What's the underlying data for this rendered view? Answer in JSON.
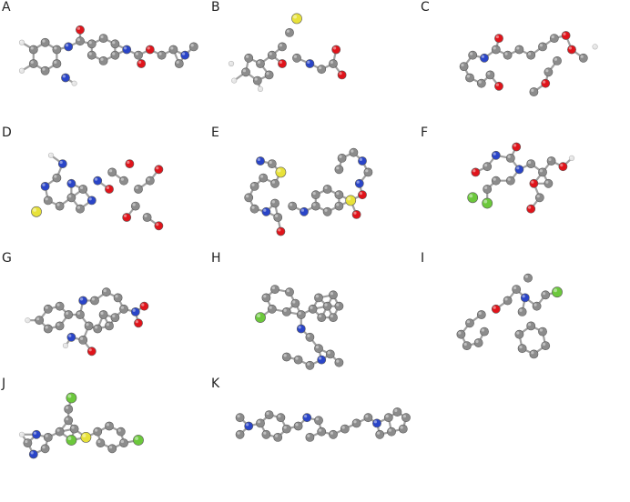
{
  "colors": {
    "carbon": "#8c8c8c",
    "hydrogen": "#e6e6e6",
    "oxygen": "#e0141b",
    "nitrogen": "#2a45c8",
    "sulfur": "#e8e23a",
    "chlorine": "#6cc83c",
    "bond": "#a0a0a0"
  },
  "panels": [
    {
      "label": "A",
      "atoms": [
        [
          10,
          45,
          "H"
        ],
        [
          18,
          40,
          "C"
        ],
        [
          26,
          45,
          "C"
        ],
        [
          34,
          40,
          "C"
        ],
        [
          34,
          30,
          "C"
        ],
        [
          26,
          25,
          "C"
        ],
        [
          18,
          30,
          "C"
        ],
        [
          42,
          28,
          "N"
        ],
        [
          50,
          24,
          "C"
        ],
        [
          50,
          16,
          "O"
        ],
        [
          58,
          26,
          "C"
        ],
        [
          66,
          22,
          "C"
        ],
        [
          74,
          26,
          "C"
        ],
        [
          74,
          34,
          "C"
        ],
        [
          66,
          38,
          "C"
        ],
        [
          58,
          34,
          "C"
        ],
        [
          82,
          30,
          "N"
        ],
        [
          90,
          34,
          "C"
        ],
        [
          92,
          40,
          "O"
        ],
        [
          98,
          30,
          "O"
        ],
        [
          106,
          34,
          "C"
        ],
        [
          114,
          30,
          "C"
        ],
        [
          122,
          34,
          "N"
        ],
        [
          128,
          28,
          "C"
        ],
        [
          118,
          40,
          "C"
        ],
        [
          40,
          50,
          "N"
        ],
        [
          46,
          54,
          "H"
        ],
        [
          10,
          25,
          "H"
        ]
      ]
    },
    {
      "label": "B",
      "atoms": [
        [
          55,
          8,
          "S"
        ],
        [
          50,
          18,
          "C"
        ],
        [
          45,
          28,
          "C"
        ],
        [
          55,
          36,
          "C"
        ],
        [
          45,
          40,
          "O"
        ],
        [
          38,
          34,
          "C"
        ],
        [
          30,
          40,
          "C"
        ],
        [
          22,
          36,
          "C"
        ],
        [
          20,
          46,
          "C"
        ],
        [
          28,
          52,
          "C"
        ],
        [
          36,
          48,
          "C"
        ],
        [
          64,
          40,
          "N"
        ],
        [
          72,
          44,
          "C"
        ],
        [
          80,
          40,
          "C"
        ],
        [
          82,
          30,
          "O"
        ],
        [
          86,
          48,
          "O"
        ],
        [
          10,
          40,
          "H"
        ],
        [
          12,
          52,
          "H"
        ],
        [
          30,
          58,
          "H"
        ]
      ]
    },
    {
      "label": "C",
      "atoms": [
        [
          50,
          22,
          "O"
        ],
        [
          48,
          30,
          "C"
        ],
        [
          40,
          36,
          "N"
        ],
        [
          32,
          34,
          "C"
        ],
        [
          26,
          42,
          "C"
        ],
        [
          30,
          50,
          "C"
        ],
        [
          38,
          54,
          "C"
        ],
        [
          44,
          48,
          "C"
        ],
        [
          50,
          56,
          "O"
        ],
        [
          56,
          34,
          "C"
        ],
        [
          64,
          30,
          "C"
        ],
        [
          72,
          34,
          "C"
        ],
        [
          80,
          28,
          "C"
        ],
        [
          88,
          22,
          "C"
        ],
        [
          96,
          20,
          "O"
        ],
        [
          100,
          30,
          "O"
        ],
        [
          108,
          36,
          "C"
        ],
        [
          90,
          38,
          "C"
        ],
        [
          84,
          46,
          "C"
        ],
        [
          82,
          54,
          "O"
        ],
        [
          74,
          60,
          "C"
        ],
        [
          116,
          28,
          "H"
        ]
      ]
    },
    {
      "label": "D",
      "atoms": [
        [
          30,
          16,
          "H"
        ],
        [
          38,
          22,
          "N"
        ],
        [
          34,
          32,
          "C"
        ],
        [
          26,
          38,
          "N"
        ],
        [
          28,
          48,
          "C"
        ],
        [
          36,
          52,
          "C"
        ],
        [
          44,
          46,
          "C"
        ],
        [
          44,
          36,
          "N"
        ],
        [
          52,
          40,
          "C"
        ],
        [
          62,
          34,
          "N"
        ],
        [
          58,
          48,
          "N"
        ],
        [
          50,
          54,
          "C"
        ],
        [
          20,
          56,
          "S"
        ],
        [
          72,
          28,
          "C"
        ],
        [
          80,
          34,
          "C"
        ],
        [
          84,
          22,
          "O"
        ],
        [
          90,
          40,
          "C"
        ],
        [
          98,
          34,
          "C"
        ],
        [
          104,
          26,
          "O"
        ],
        [
          88,
          52,
          "C"
        ],
        [
          82,
          60,
          "O"
        ],
        [
          96,
          60,
          "C"
        ],
        [
          104,
          66,
          "O"
        ],
        [
          70,
          40,
          "O"
        ]
      ]
    },
    {
      "label": "E",
      "atoms": [
        [
          30,
          20,
          "N"
        ],
        [
          38,
          22,
          "C"
        ],
        [
          44,
          28,
          "S"
        ],
        [
          40,
          36,
          "C"
        ],
        [
          32,
          32,
          "C"
        ],
        [
          26,
          38,
          "C"
        ],
        [
          22,
          46,
          "C"
        ],
        [
          26,
          54,
          "C"
        ],
        [
          34,
          56,
          "N"
        ],
        [
          40,
          50,
          "C"
        ],
        [
          42,
          60,
          "C"
        ],
        [
          44,
          70,
          "O"
        ],
        [
          52,
          52,
          "C"
        ],
        [
          60,
          56,
          "N"
        ],
        [
          68,
          52,
          "C"
        ],
        [
          76,
          56,
          "C"
        ],
        [
          84,
          52,
          "C"
        ],
        [
          84,
          44,
          "C"
        ],
        [
          76,
          40,
          "C"
        ],
        [
          68,
          44,
          "C"
        ],
        [
          92,
          48,
          "S"
        ],
        [
          100,
          44,
          "O"
        ],
        [
          96,
          58,
          "O"
        ],
        [
          98,
          36,
          "N"
        ],
        [
          104,
          28,
          "C"
        ],
        [
          100,
          20,
          "N"
        ],
        [
          94,
          14,
          "C"
        ],
        [
          86,
          18,
          "C"
        ],
        [
          84,
          26,
          "C"
        ]
      ]
    },
    {
      "label": "F",
      "atoms": [
        [
          34,
          28,
          "O"
        ],
        [
          42,
          24,
          "C"
        ],
        [
          48,
          16,
          "N"
        ],
        [
          58,
          18,
          "C"
        ],
        [
          62,
          10,
          "O"
        ],
        [
          64,
          26,
          "N"
        ],
        [
          58,
          34,
          "C"
        ],
        [
          48,
          34,
          "C"
        ],
        [
          42,
          40,
          "C"
        ],
        [
          32,
          46,
          "Cl"
        ],
        [
          42,
          50,
          "Cl"
        ],
        [
          72,
          22,
          "C"
        ],
        [
          80,
          28,
          "C"
        ],
        [
          86,
          20,
          "C"
        ],
        [
          94,
          24,
          "O"
        ],
        [
          84,
          36,
          "C"
        ],
        [
          74,
          36,
          "O"
        ],
        [
          78,
          46,
          "C"
        ],
        [
          72,
          54,
          "O"
        ],
        [
          100,
          18,
          "H"
        ]
      ]
    },
    {
      "label": "G",
      "atoms": [
        [
          22,
          44,
          "C"
        ],
        [
          28,
          36,
          "C"
        ],
        [
          36,
          34,
          "C"
        ],
        [
          42,
          40,
          "C"
        ],
        [
          36,
          48,
          "C"
        ],
        [
          28,
          50,
          "C"
        ],
        [
          44,
          56,
          "N"
        ],
        [
          52,
          58,
          "C"
        ],
        [
          58,
          66,
          "O"
        ],
        [
          56,
          48,
          "C"
        ],
        [
          50,
          40,
          "C"
        ],
        [
          52,
          30,
          "N"
        ],
        [
          60,
          30,
          "C"
        ],
        [
          68,
          24,
          "C"
        ],
        [
          76,
          28,
          "C"
        ],
        [
          80,
          36,
          "C"
        ],
        [
          74,
          42,
          "C"
        ],
        [
          66,
          40,
          "C"
        ],
        [
          88,
          38,
          "N"
        ],
        [
          94,
          34,
          "O"
        ],
        [
          90,
          46,
          "O"
        ],
        [
          70,
          48,
          "C"
        ],
        [
          62,
          50,
          "C"
        ],
        [
          14,
          44,
          "H"
        ],
        [
          40,
          62,
          "H"
        ]
      ]
    },
    {
      "label": "H",
      "atoms": [
        [
          34,
          28,
          "C"
        ],
        [
          40,
          22,
          "C"
        ],
        [
          50,
          24,
          "C"
        ],
        [
          54,
          32,
          "C"
        ],
        [
          48,
          38,
          "C"
        ],
        [
          38,
          36,
          "C"
        ],
        [
          30,
          42,
          "Cl"
        ],
        [
          58,
          40,
          "C"
        ],
        [
          66,
          36,
          "C"
        ],
        [
          70,
          28,
          "C"
        ],
        [
          76,
          34,
          "C"
        ],
        [
          80,
          26,
          "C"
        ],
        [
          84,
          34,
          "C"
        ],
        [
          80,
          42,
          "C"
        ],
        [
          72,
          42,
          "C"
        ],
        [
          58,
          50,
          "N"
        ],
        [
          64,
          56,
          "C"
        ],
        [
          70,
          64,
          "C"
        ],
        [
          72,
          72,
          "N"
        ],
        [
          64,
          76,
          "C"
        ],
        [
          56,
          72,
          "C"
        ],
        [
          78,
          68,
          "C"
        ],
        [
          84,
          74,
          "C"
        ],
        [
          48,
          70,
          "C"
        ]
      ]
    },
    {
      "label": "I",
      "atoms": [
        [
          30,
          46,
          "C"
        ],
        [
          38,
          40,
          "C"
        ],
        [
          48,
          36,
          "O"
        ],
        [
          56,
          30,
          "C"
        ],
        [
          62,
          22,
          "C"
        ],
        [
          70,
          14,
          "C"
        ],
        [
          68,
          28,
          "N"
        ],
        [
          76,
          34,
          "C"
        ],
        [
          82,
          26,
          "C"
        ],
        [
          90,
          24,
          "Cl"
        ],
        [
          66,
          38,
          "C"
        ],
        [
          72,
          48,
          "C"
        ],
        [
          80,
          52,
          "C"
        ],
        [
          82,
          62,
          "C"
        ],
        [
          74,
          68,
          "C"
        ],
        [
          66,
          64,
          "C"
        ],
        [
          64,
          54,
          "C"
        ],
        [
          24,
          54,
          "C"
        ],
        [
          28,
          62,
          "C"
        ],
        [
          36,
          60,
          "C"
        ],
        [
          40,
          52,
          "C"
        ]
      ]
    },
    {
      "label": "J",
      "atoms": [
        [
          14,
          42,
          "C"
        ],
        [
          20,
          36,
          "N"
        ],
        [
          28,
          38,
          "C"
        ],
        [
          26,
          46,
          "C"
        ],
        [
          18,
          50,
          "N"
        ],
        [
          36,
          34,
          "C"
        ],
        [
          42,
          26,
          "C"
        ],
        [
          42,
          18,
          "C"
        ],
        [
          44,
          10,
          "Cl"
        ],
        [
          46,
          32,
          "C"
        ],
        [
          44,
          40,
          "Cl"
        ],
        [
          54,
          38,
          "S"
        ],
        [
          62,
          34,
          "C"
        ],
        [
          70,
          30,
          "C"
        ],
        [
          78,
          34,
          "C"
        ],
        [
          80,
          42,
          "C"
        ],
        [
          72,
          46,
          "C"
        ],
        [
          64,
          42,
          "C"
        ],
        [
          90,
          40,
          "Cl"
        ],
        [
          10,
          36,
          "H"
        ]
      ]
    },
    {
      "label": "K",
      "atoms": [
        [
          16,
          24,
          "C"
        ],
        [
          22,
          30,
          "N"
        ],
        [
          16,
          36,
          "C"
        ],
        [
          30,
          28,
          "C"
        ],
        [
          36,
          22,
          "C"
        ],
        [
          44,
          24,
          "C"
        ],
        [
          48,
          32,
          "C"
        ],
        [
          42,
          38,
          "C"
        ],
        [
          34,
          36,
          "C"
        ],
        [
          56,
          30,
          "C"
        ],
        [
          62,
          24,
          "N"
        ],
        [
          70,
          26,
          "C"
        ],
        [
          72,
          34,
          "C"
        ],
        [
          64,
          38,
          "C"
        ],
        [
          80,
          36,
          "C"
        ],
        [
          88,
          32,
          "C"
        ],
        [
          96,
          28,
          "C"
        ],
        [
          104,
          24,
          "C"
        ],
        [
          110,
          28,
          "N"
        ],
        [
          118,
          24,
          "C"
        ],
        [
          124,
          20,
          "C"
        ],
        [
          130,
          24,
          "C"
        ],
        [
          128,
          32,
          "C"
        ],
        [
          120,
          34,
          "C"
        ],
        [
          112,
          36,
          "C"
        ]
      ]
    }
  ]
}
